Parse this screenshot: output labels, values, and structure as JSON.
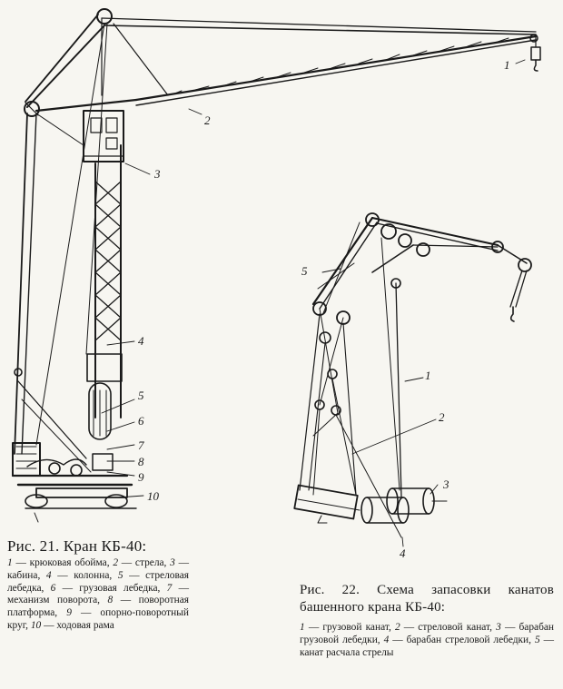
{
  "figure21": {
    "caption_title": "Рис. 21. Кран КБ-40:",
    "legend": [
      {
        "num": "1",
        "text": "крюковая обойма"
      },
      {
        "num": "2",
        "text": "стрела"
      },
      {
        "num": "3",
        "text": "кабина"
      },
      {
        "num": "4",
        "text": "колонна"
      },
      {
        "num": "5",
        "text": "стреловая лебедка"
      },
      {
        "num": "6",
        "text": "грузовая лебедка"
      },
      {
        "num": "7",
        "text": "механизм поворота"
      },
      {
        "num": "8",
        "text": "поворотная платформа"
      },
      {
        "num": "9",
        "text": "опорно-поворотный круг"
      },
      {
        "num": "10",
        "text": "ходовая рама"
      }
    ],
    "callouts": [
      "1",
      "2",
      "3",
      "4",
      "5",
      "6",
      "7",
      "8",
      "9",
      "10"
    ]
  },
  "figure22": {
    "caption_title": "Рис. 22. Схема запасовки канатов башенного крана КБ-40:",
    "legend": [
      {
        "num": "1",
        "text": "грузовой канат"
      },
      {
        "num": "2",
        "text": "стреловой канат"
      },
      {
        "num": "3",
        "text": "барабан грузовой лебедки"
      },
      {
        "num": "4",
        "text": "барабан стреловой лебедки"
      },
      {
        "num": "5",
        "text": "канат расчала стрелы"
      }
    ],
    "callouts": [
      "1",
      "2",
      "3",
      "4",
      "5"
    ]
  },
  "separator": " — "
}
